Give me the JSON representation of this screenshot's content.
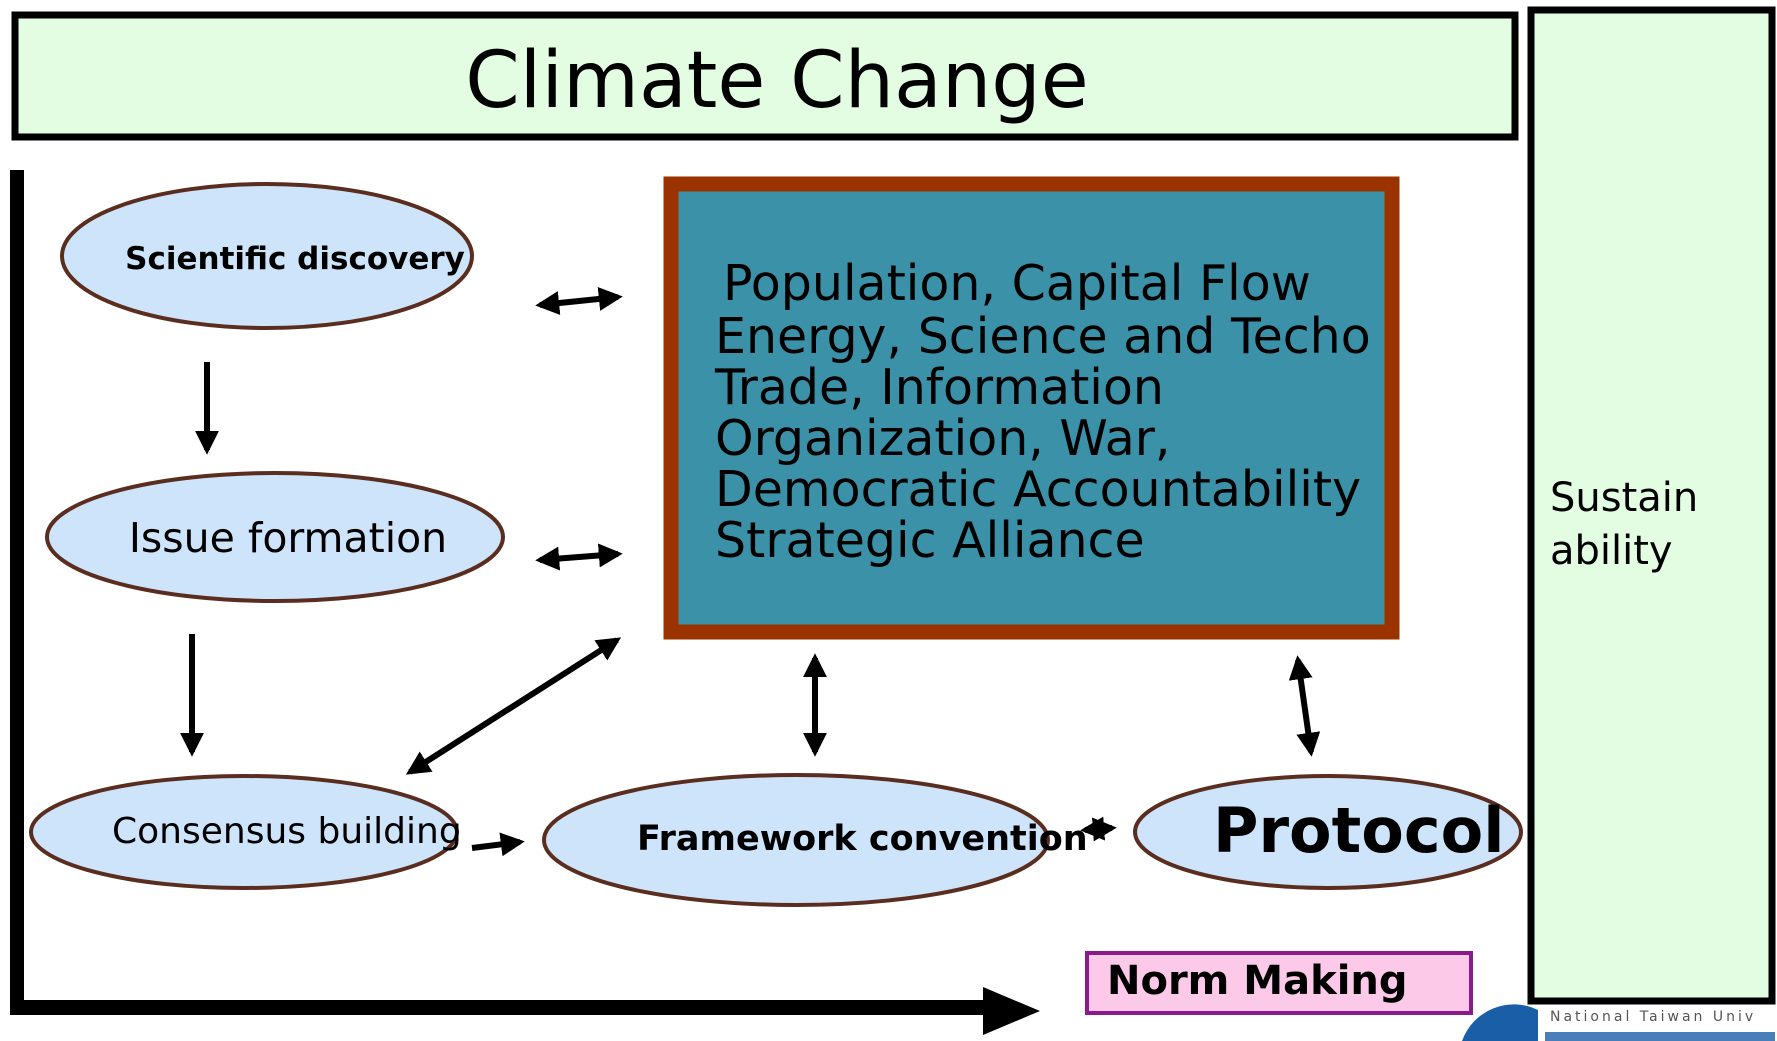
{
  "title": "Climate Change",
  "side_panel": {
    "line1": "Sustain",
    "line2": "ability"
  },
  "factors": [
    "Population, Capital Flow",
    "Energy, Science and Techo",
    "Trade, Information",
    "Organization, War,",
    "Democratic Accountability",
    "Strategic Alliance"
  ],
  "nodes": {
    "scientific_discovery": "Scientific discovery",
    "issue_formation": "Issue formation",
    "consensus_building": "Consensus building",
    "framework_convention": "Framework convention",
    "protocol": "Protocol"
  },
  "norm_making": "Norm Making",
  "watermark": "National Taiwan Univ",
  "colors": {
    "title_fill": "#e3fde2",
    "side_fill": "#e3fde2",
    "ellipse_fill": "#cde4fb",
    "ellipse_stroke": "#5a2d1f",
    "factor_fill": "#3a91a8",
    "factor_stroke": "#9a3300",
    "norm_fill": "#fdc9e9",
    "norm_stroke": "#8b1a8b",
    "logo_blue": "#1a5ea8"
  }
}
